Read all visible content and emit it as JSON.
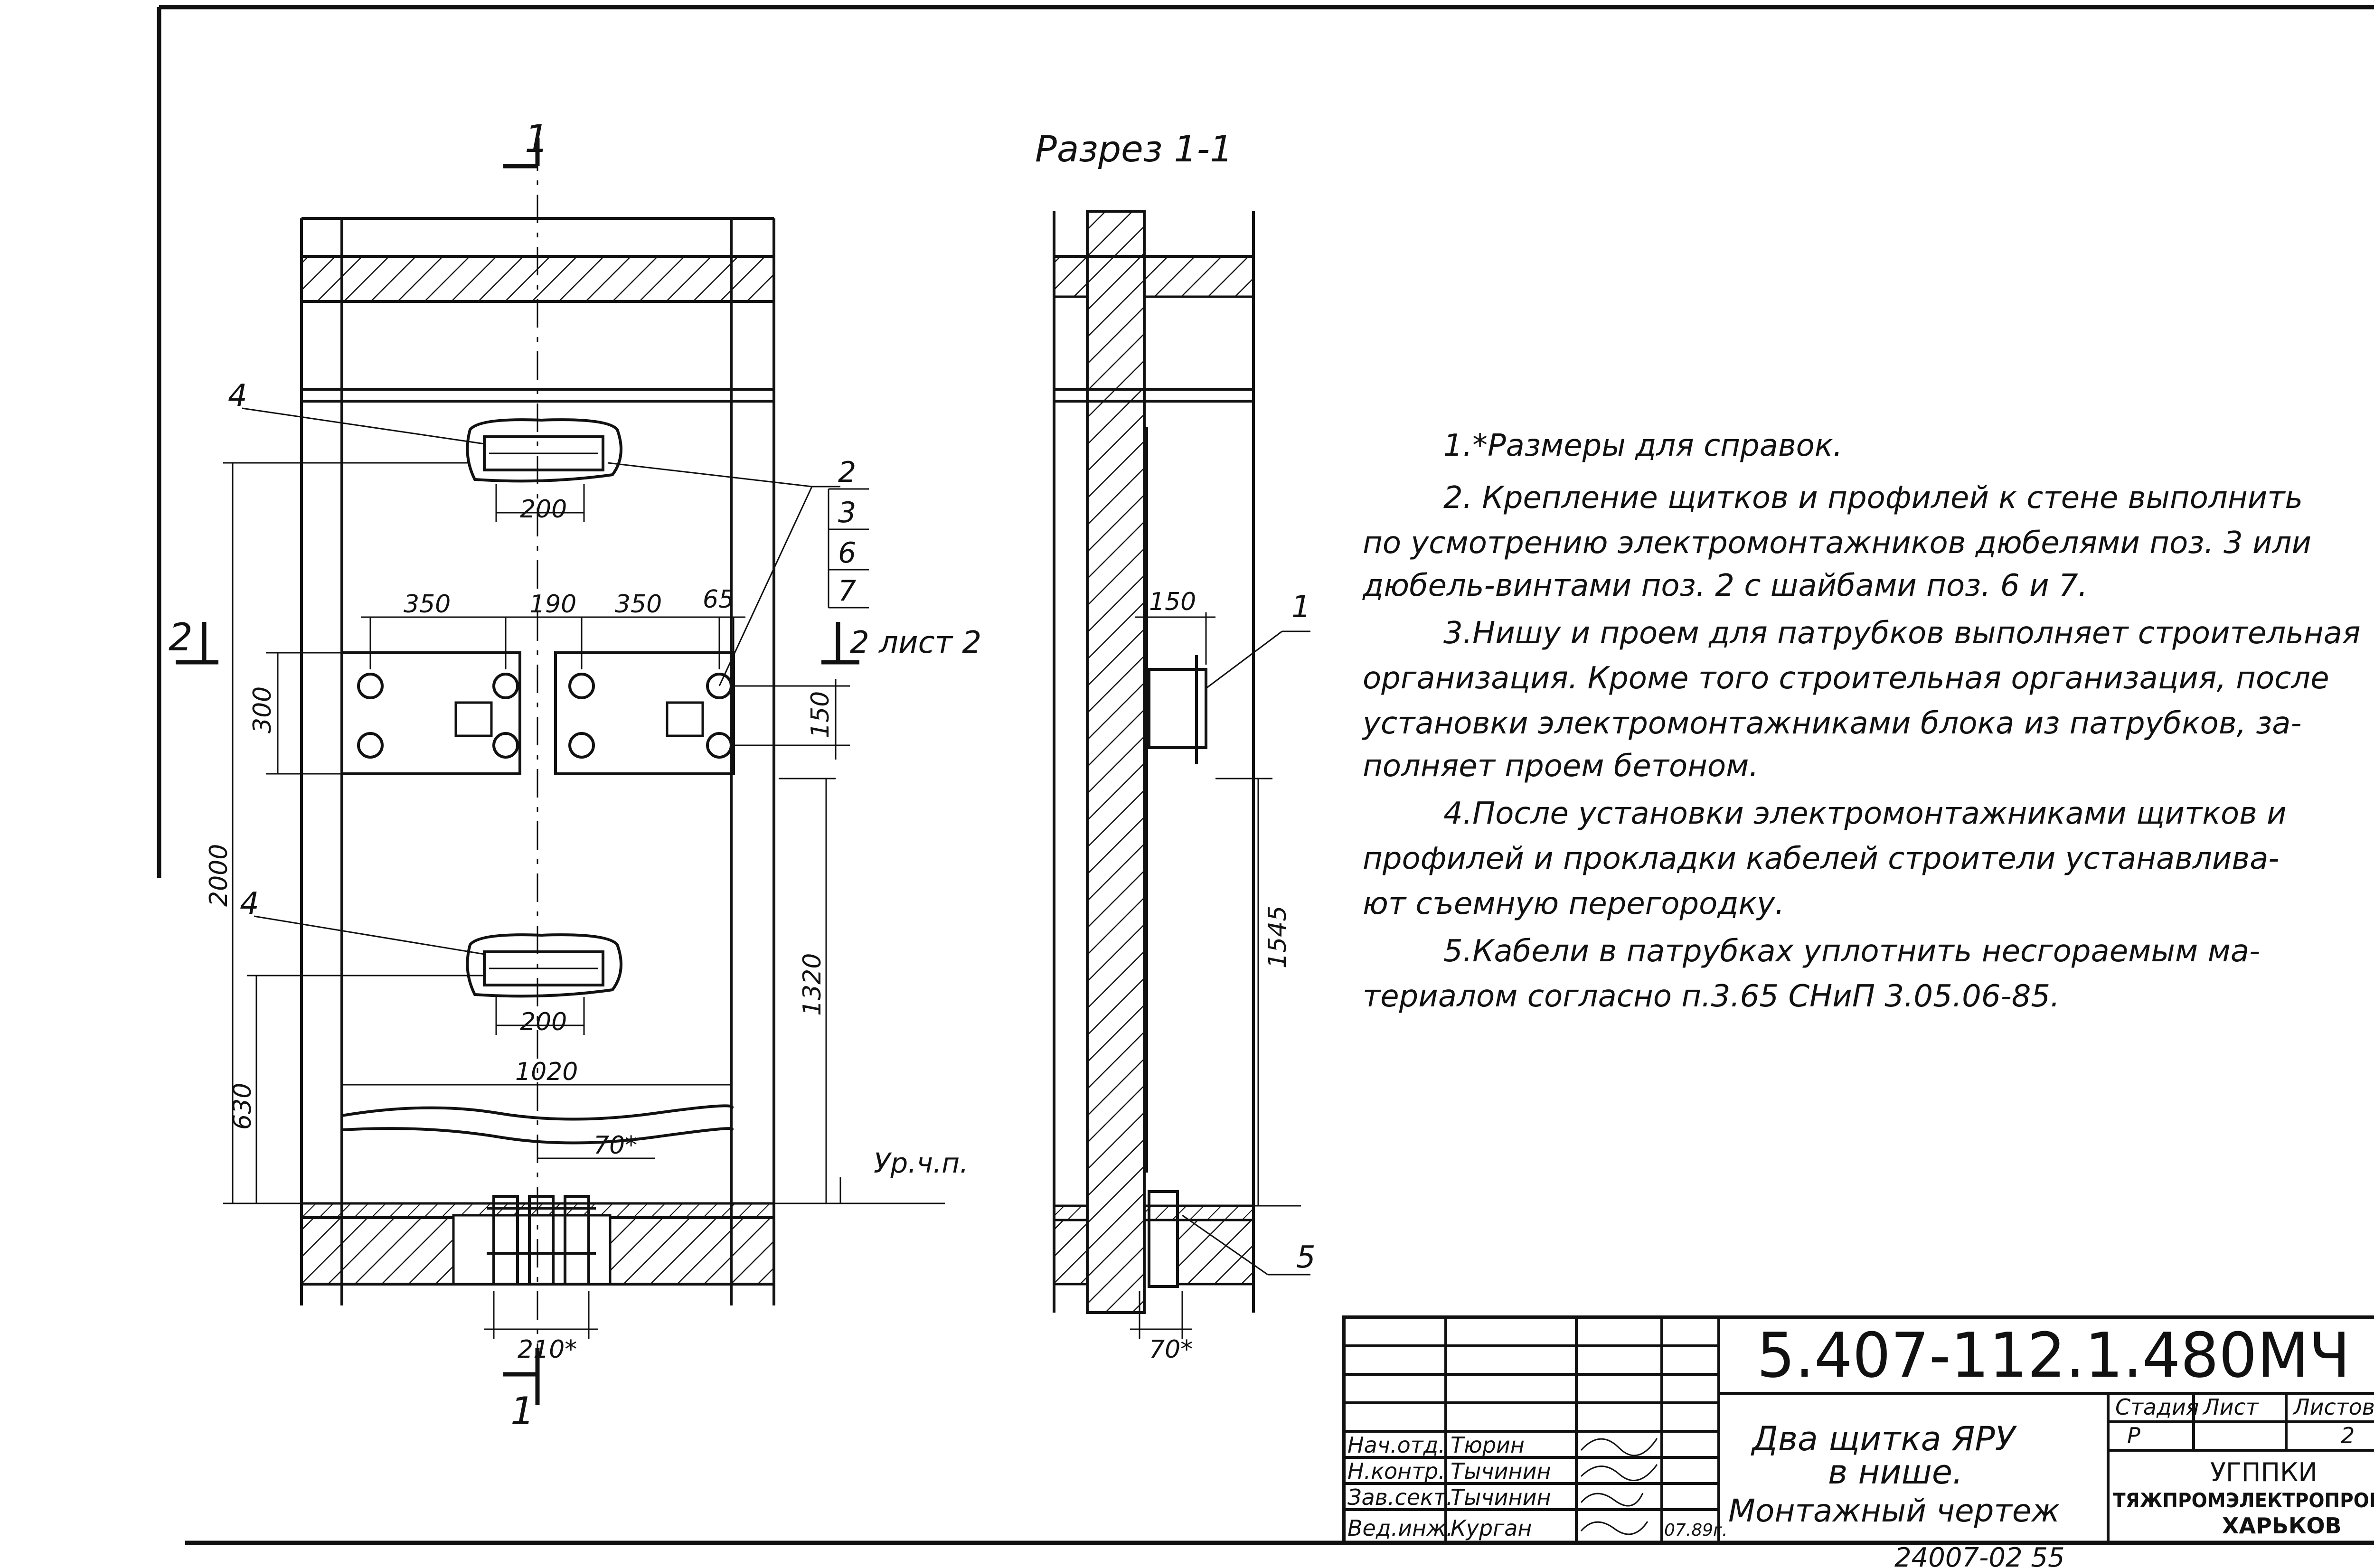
{
  "section": {
    "title": "Разрез 1-1",
    "cut_mark": "1",
    "view_mark": "2",
    "view_ref": "2 лист 2",
    "level_mark": "Ур.ч.п."
  },
  "front_dims": {
    "d200_top": "200",
    "d350_left": "350",
    "d190": "190",
    "d350_right": "350",
    "d65": "65",
    "d300": "300",
    "d150": "150",
    "d2000": "2000",
    "d1320": "1320",
    "d200_bottom": "200",
    "d1020": "1020",
    "d630": "630",
    "d70": "70*",
    "d210": "210*"
  },
  "side_dims": {
    "d150": "150",
    "d1545": "1545",
    "d70": "70*"
  },
  "positions": {
    "p4a": "4",
    "p4b": "4",
    "p2": "2",
    "p3": "3",
    "p6": "6",
    "p7": "7",
    "p1": "1",
    "p5": "5"
  },
  "notes": [
    "1.*Размеры для справок.",
    "2. Крепление щитков и профилей к стене выполнить",
    "по усмотрению электромонтажников дюбелями поз. 3 или",
    "дюбель-винтами поз. 2 с шайбами поз. 6 и 7.",
    "3.Нишу и проем для патрубков выполняет строительная",
    "организация. Кроме того строительная организация, после",
    "установки электромонтажниками блока из патрубков, за-",
    "полняет проем бетоном.",
    "4.После установки электромонтажниками щитков и",
    "профилей и прокладки кабелей строители устанавлива-",
    "ют съемную перегородку.",
    "5.Кабели в патрубках уплотнить несгораемым ма-",
    "териалом согласно п.3.65 СНиП 3.05.06-85."
  ],
  "title_block": {
    "doc_code": "5.407-112.1.480МЧ",
    "sheet_title": [
      "Два щитка ЯРУ",
      "в нише.",
      "Монтажный чертеж"
    ],
    "stage_label": "Стадия",
    "sheet_label": "Лист",
    "sheets_label": "Листов",
    "stage": "Р",
    "sheets": "2",
    "org": [
      "УГППКИ",
      "ТЯЖПРОМЭЛЕКТРОПРОЕКТ",
      "ХАРЬКОВ"
    ],
    "signers": [
      {
        "role": "Нач.отд.",
        "name": "Тюрин"
      },
      {
        "role": "Н.контр.",
        "name": "Тычинин"
      },
      {
        "role": "Зав.сект.",
        "name": "Тычинин"
      },
      {
        "role": "Вед.инж.",
        "name": "Курган"
      }
    ],
    "date": "07.89г.",
    "archive": "24007-02 55"
  }
}
